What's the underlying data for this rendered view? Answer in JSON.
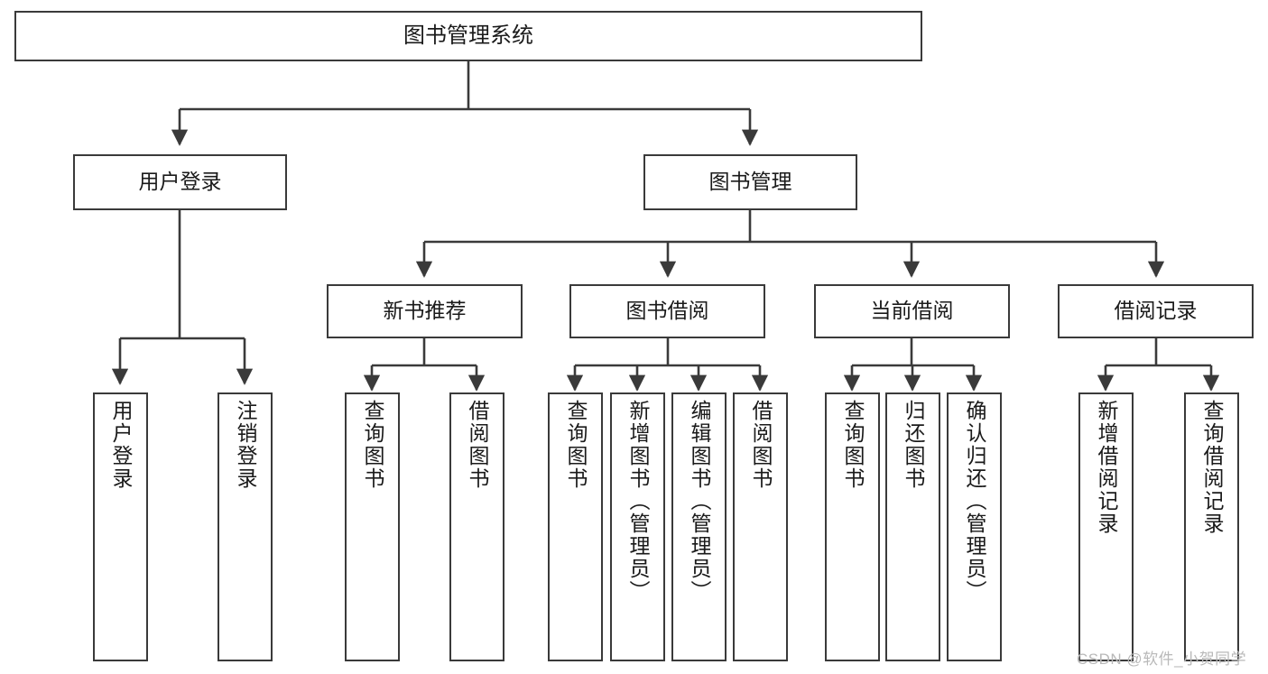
{
  "diagram": {
    "type": "tree-hierarchy",
    "title": "图书管理系统",
    "root": {
      "label": "图书管理系统"
    },
    "level1": [
      {
        "label": "用户登录"
      },
      {
        "label": "图书管理"
      }
    ],
    "level2": [
      {
        "label": "新书推荐",
        "parent": "图书管理"
      },
      {
        "label": "图书借阅",
        "parent": "图书管理"
      },
      {
        "label": "当前借阅",
        "parent": "图书管理"
      },
      {
        "label": "借阅记录",
        "parent": "图书管理"
      }
    ],
    "leaves": {
      "user_login": [
        {
          "label": "用户登录"
        },
        {
          "label": "注销登录"
        }
      ],
      "new_book_recommend": [
        {
          "label": "查询图书"
        },
        {
          "label": "借阅图书"
        }
      ],
      "book_borrow": [
        {
          "label": "查询图书"
        },
        {
          "label": "新增图书（管理员）"
        },
        {
          "label": "编辑图书（管理员）"
        },
        {
          "label": "借阅图书"
        }
      ],
      "current_borrow": [
        {
          "label": "查询图书"
        },
        {
          "label": "归还图书"
        },
        {
          "label": "确认归还（管理员）"
        }
      ],
      "borrow_record": [
        {
          "label": "新增借阅记录"
        },
        {
          "label": "查询借阅记录"
        }
      ]
    }
  },
  "watermark": {
    "text": "CSDN @软件_小贺同学"
  },
  "colors": {
    "border": "#3a3a3a",
    "background": "#ffffff",
    "text": "#1a1a1a",
    "watermark": "#b9b9b9"
  }
}
